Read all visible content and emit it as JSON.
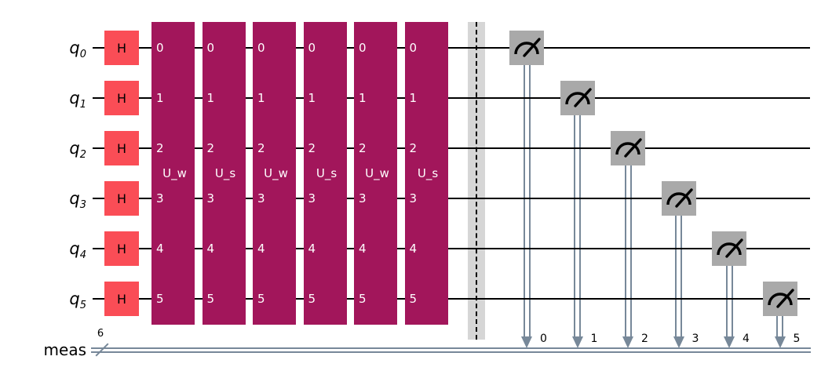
{
  "circuit": {
    "qubit_labels": [
      {
        "base": "q",
        "sub": "0"
      },
      {
        "base": "q",
        "sub": "1"
      },
      {
        "base": "q",
        "sub": "2"
      },
      {
        "base": "q",
        "sub": "3"
      },
      {
        "base": "q",
        "sub": "4"
      },
      {
        "base": "q",
        "sub": "5"
      }
    ],
    "hadamard_label": "H",
    "unitary_gates": [
      {
        "label": "U_w",
        "indices": [
          "0",
          "1",
          "2",
          "3",
          "4",
          "5"
        ]
      },
      {
        "label": "U_s",
        "indices": [
          "0",
          "1",
          "2",
          "3",
          "4",
          "5"
        ]
      },
      {
        "label": "U_w",
        "indices": [
          "0",
          "1",
          "2",
          "3",
          "4",
          "5"
        ]
      },
      {
        "label": "U_s",
        "indices": [
          "0",
          "1",
          "2",
          "3",
          "4",
          "5"
        ]
      },
      {
        "label": "U_w",
        "indices": [
          "0",
          "1",
          "2",
          "3",
          "4",
          "5"
        ]
      },
      {
        "label": "U_s",
        "indices": [
          "0",
          "1",
          "2",
          "3",
          "4",
          "5"
        ]
      }
    ],
    "barrier": true,
    "measurements": [
      {
        "clbit": "0"
      },
      {
        "clbit": "1"
      },
      {
        "clbit": "2"
      },
      {
        "clbit": "3"
      },
      {
        "clbit": "4"
      },
      {
        "clbit": "5"
      }
    ],
    "classical_register": {
      "label": "meas",
      "size": "6"
    }
  },
  "colors": {
    "hadamard": "#FA4D56",
    "unitary": "#A2165B",
    "measure_box": "#A9A9A9",
    "classical": "#778899",
    "barrier_band": "#D6D6D6",
    "wire": "#000000"
  }
}
